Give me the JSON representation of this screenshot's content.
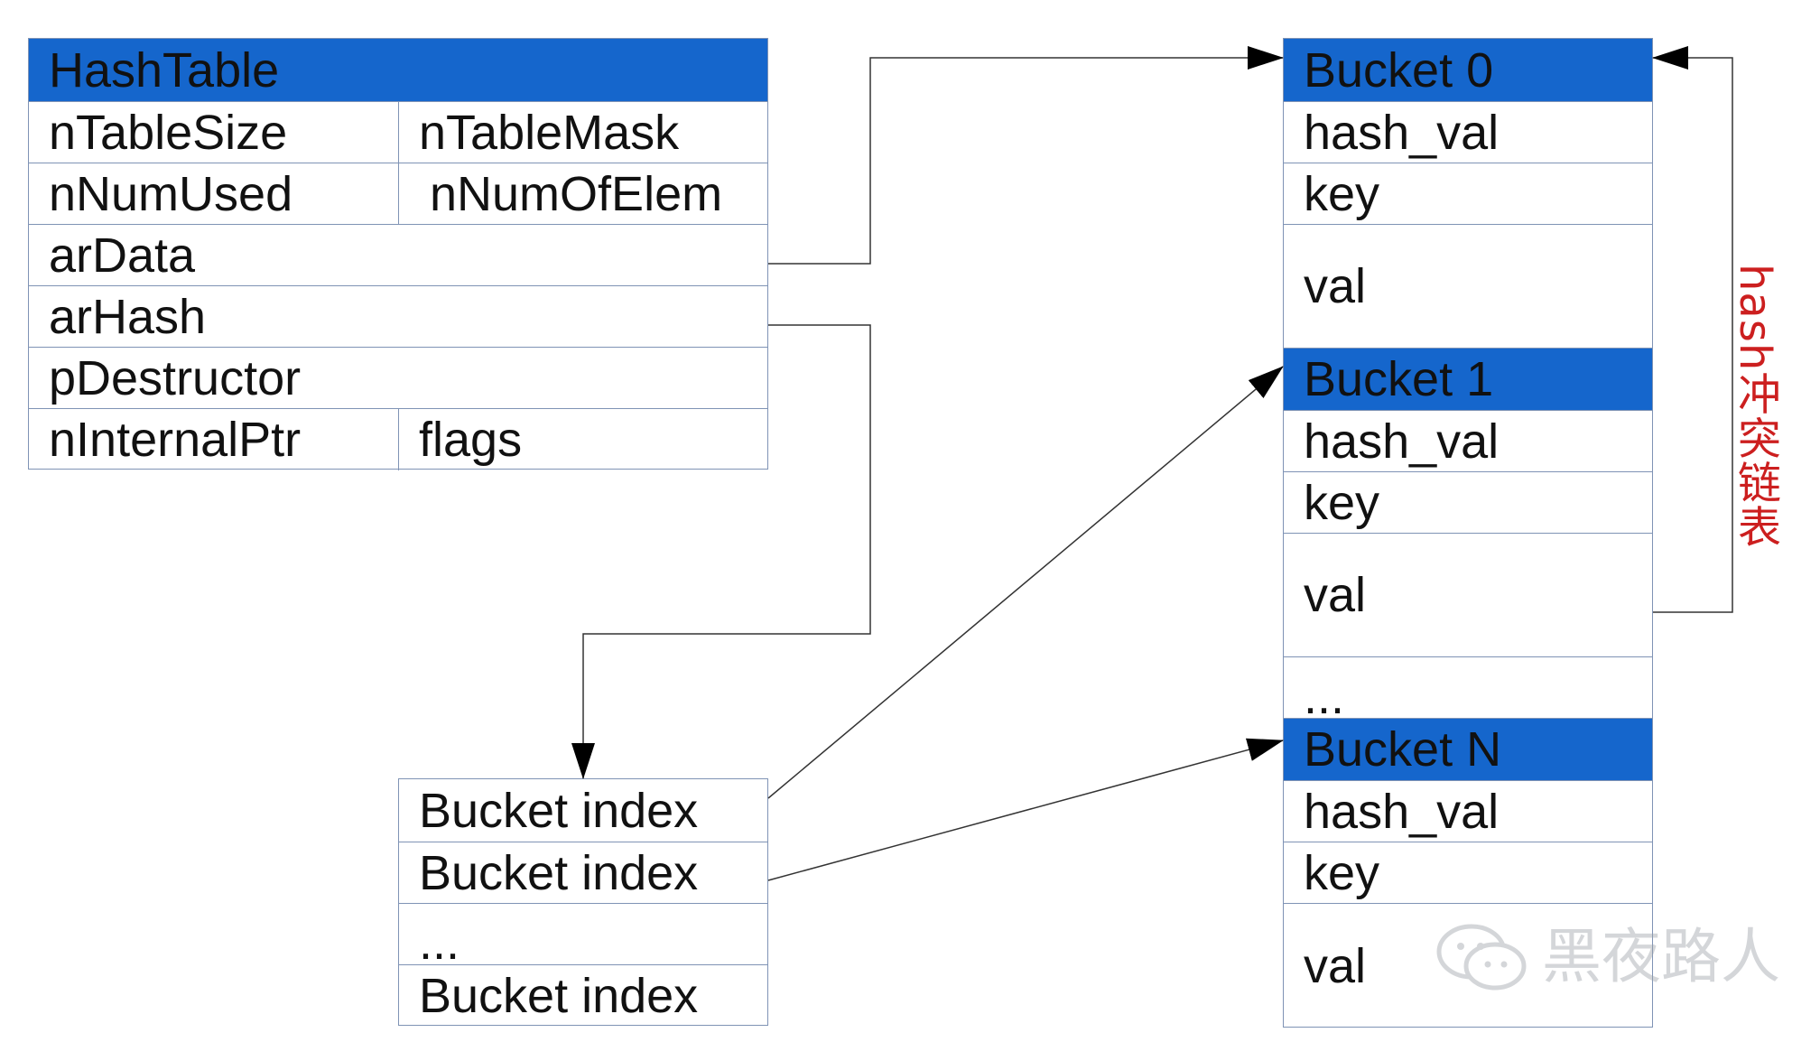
{
  "hashtable": {
    "title": "HashTable",
    "rows": [
      {
        "left": "nTableSize",
        "right": "nTableMask"
      },
      {
        "left": "nNumUsed",
        "right": "nNumOfElem"
      },
      {
        "left": "arData"
      },
      {
        "left": "arHash"
      },
      {
        "left": "pDestructor"
      },
      {
        "left": "nInternalPtr",
        "right": "flags"
      }
    ]
  },
  "index_array": {
    "rows": [
      "Bucket index",
      "Bucket index",
      "...",
      "Bucket index"
    ]
  },
  "buckets": {
    "groups": [
      {
        "title": "Bucket 0",
        "fields": [
          "hash_val",
          "key",
          "val"
        ]
      },
      {
        "title": "Bucket 1",
        "fields": [
          "hash_val",
          "key",
          "val"
        ]
      },
      {
        "title": "Bucket N",
        "fields": [
          "hash_val",
          "key",
          "val"
        ]
      }
    ],
    "ellipsis": "..."
  },
  "collision_label": "hash冲突链表",
  "watermark": "黑夜路人",
  "colors": {
    "header_fill": "#1566cc",
    "border": "#7f93b5",
    "label_red": "#cc1f1f"
  }
}
